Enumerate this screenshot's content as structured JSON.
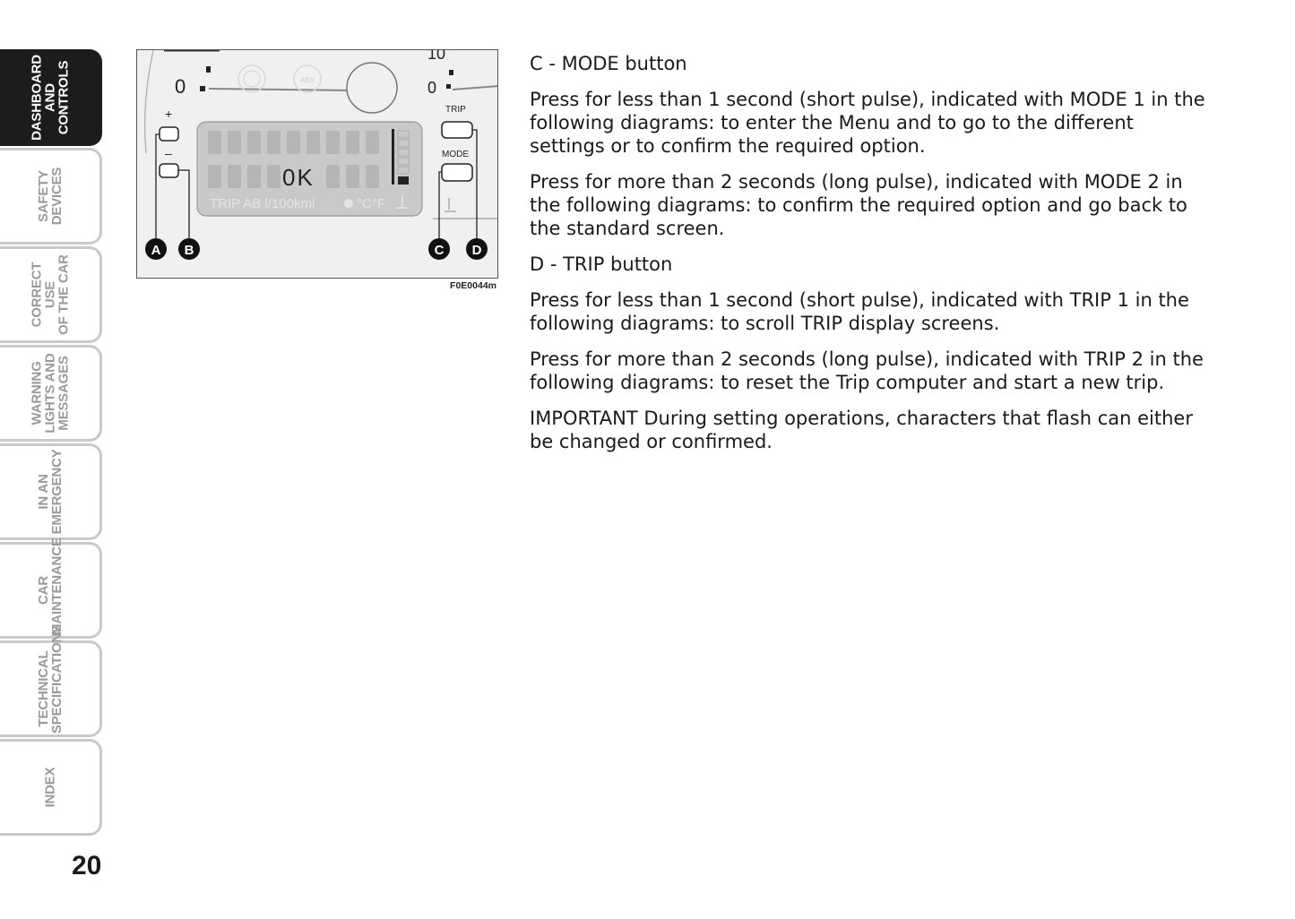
{
  "tabs": [
    {
      "label": "DASHBOARD\nAND CONTROLS",
      "active": true
    },
    {
      "label": "SAFETY\nDEVICES",
      "active": false
    },
    {
      "label": "CORRECT USE\nOF THE CAR",
      "active": false
    },
    {
      "label": "WARNING\nLIGHTS AND\nMESSAGES",
      "active": false
    },
    {
      "label": "IN AN\nEMERGENCY",
      "active": false
    },
    {
      "label": "CAR\nMAINTENANCE",
      "active": false
    },
    {
      "label": "TECHNICAL\nSPECIFICATIONS",
      "active": false
    },
    {
      "label": "INDEX",
      "active": false
    }
  ],
  "page_number": "20",
  "figure": {
    "code": "F0E0044m",
    "display_text": "0K",
    "display_bottom": "TRIP AB l/100kmi",
    "display_units": "°C°F",
    "plus_label": "+",
    "minus_label": "–",
    "trip_label": "TRIP",
    "mode_label": "MODE",
    "gauge_zero_left": "0",
    "gauge_zero_right": "0",
    "abs_label": "ABS",
    "callouts": [
      "A",
      "B",
      "C",
      "D"
    ]
  },
  "content": {
    "mode_heading": "C - MODE button",
    "mode_short": "Press for less than 1 second (short pulse), indicated with MODE 1 in the following diagrams: to enter the Menu and to go to the different settings or to confirm the required option.",
    "mode_long": "Press for more than 2 seconds (long pulse), indicated with MODE 2 in the following diagrams: to confirm the required option and go back to the standard screen.",
    "trip_heading": "D - TRIP button",
    "trip_short": "Press for less than 1 second (short pulse), indicated with TRIP 1 in the following diagrams: to scroll TRIP display screens.",
    "trip_long": "Press for more than 2 seconds (long pulse), indicated with TRIP 2 in the following diagrams: to reset the Trip computer and start a new trip.",
    "important": "IMPORTANT During setting operations, characters that flash can either be changed or confirmed."
  }
}
